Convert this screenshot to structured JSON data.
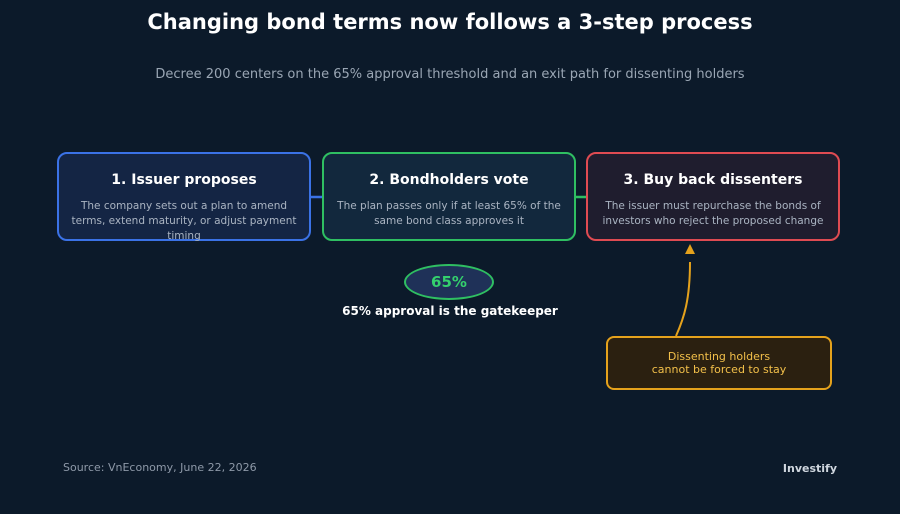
{
  "title": "Changing bond terms now follows a 3-step process",
  "subtitle": "Decree 200 centers on the 65% approval threshold and an exit path for dissenting holders",
  "steps": [
    {
      "title": "1. Issuer proposes",
      "text": "The company sets out a plan to amend terms, extend maturity, or adjust payment timing",
      "color": "#3b72e6"
    },
    {
      "title": "2. Bondholders vote",
      "text": "The plan passes only if at least 65% of the same bond class approves it",
      "color": "#2fbf62"
    },
    {
      "title": "3. Buy back dissenters",
      "text": "The issuer must repurchase the bonds of investors who reject the proposed change",
      "color": "#df4b52"
    }
  ],
  "threshold": {
    "value": "65%",
    "caption": "65% approval is the gatekeeper"
  },
  "callout": {
    "line1": "Dissenting holders",
    "line2": "cannot be forced to stay",
    "color": "#e5a21c"
  },
  "footer": {
    "source": "Source: VnEconomy, June 22, 2026",
    "brand": "Investify"
  }
}
